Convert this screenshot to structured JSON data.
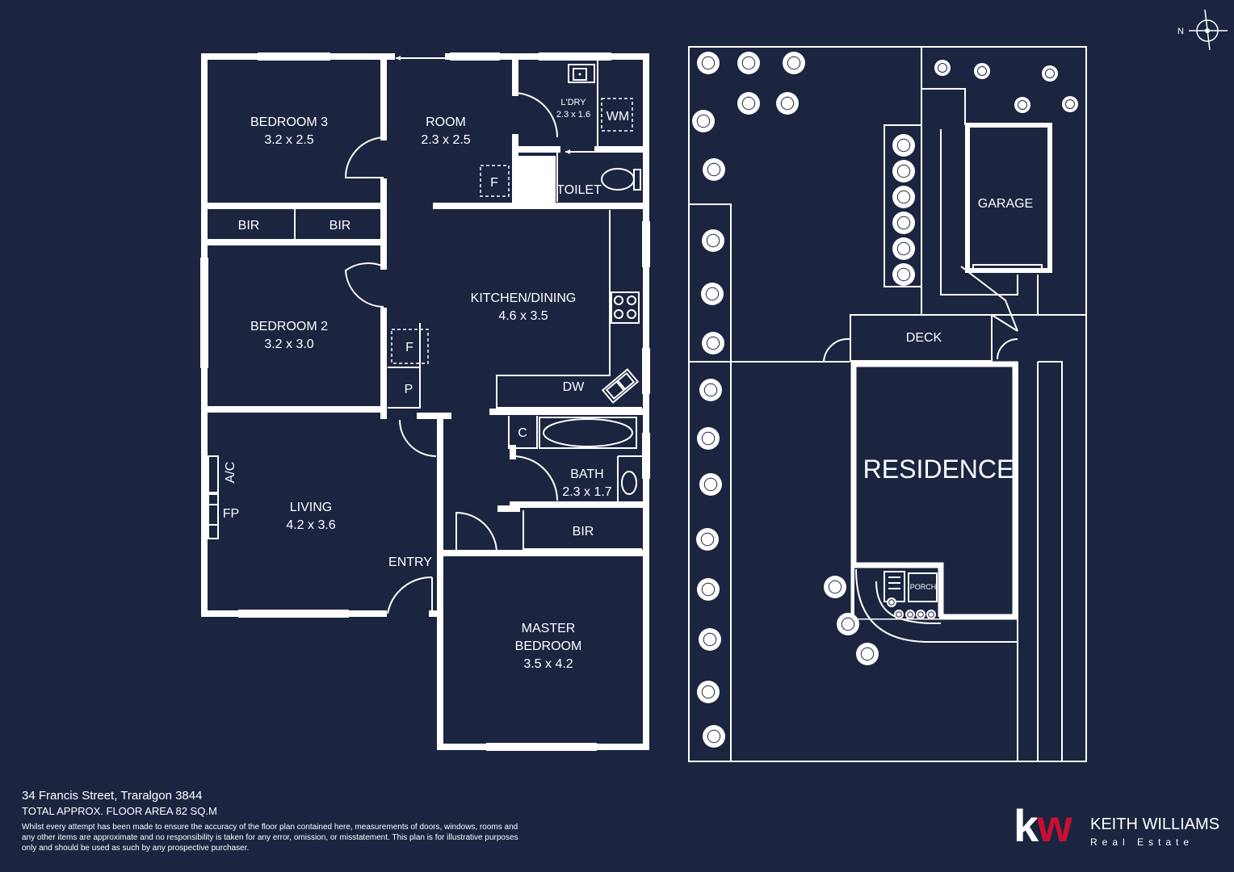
{
  "rooms": {
    "bedroom3": {
      "name": "BEDROOM 3",
      "size": "3.2 x 2.5"
    },
    "room": {
      "name": "ROOM",
      "size": "2.3 x 2.5"
    },
    "laundry": {
      "name": "L'DRY",
      "size": "2.3 x 1.6"
    },
    "wm": "WM",
    "toilet": "TOILET",
    "fridge_a": "F",
    "bir_a": "BIR",
    "bir_b": "BIR",
    "bedroom2": {
      "name": "BEDROOM 2",
      "size": "3.2 x 3.0"
    },
    "kitchen": {
      "name": "KITCHEN/DINING",
      "size": "4.6 x 3.5"
    },
    "fridge_b": "F",
    "pantry": "P",
    "dw": "DW",
    "cupboard": "C",
    "bath": {
      "name": "BATH",
      "size": "2.3 x 1.7"
    },
    "ac": "A/C",
    "fp": "FP",
    "living": {
      "name": "LIVING",
      "size": "4.2 x 3.6"
    },
    "bir_c": "BIR",
    "entry": "ENTRY",
    "master": {
      "name_line1": "MASTER",
      "name_line2": "BEDROOM",
      "size": "3.5 x 4.2"
    }
  },
  "site": {
    "garage": "GARAGE",
    "deck": "DECK",
    "residence": "RESIDENCE",
    "porch": "PORCH",
    "north": "N"
  },
  "footer": {
    "address": "34 Francis Street, Traralgon 3844",
    "area": "TOTAL APPROX. FLOOR AREA 82 SQ.M",
    "disclaimer": "Whilst every attempt has been made to ensure the accuracy of the floor plan contained here, measurements of doors, windows, rooms and any other items are approximate and no responsibility is taken for any error, omission, or misstatement. This plan is for illustrative purposes only and should be used as such by any prospective purchaser."
  },
  "logo": {
    "letter_k": "k",
    "letter_w": "w",
    "name": "KEITH WILLIAMS",
    "sub": "Real Estate"
  },
  "colors": {
    "background": "#1b2540",
    "lines": "#ffffff",
    "brand_red": "#c8102e"
  }
}
